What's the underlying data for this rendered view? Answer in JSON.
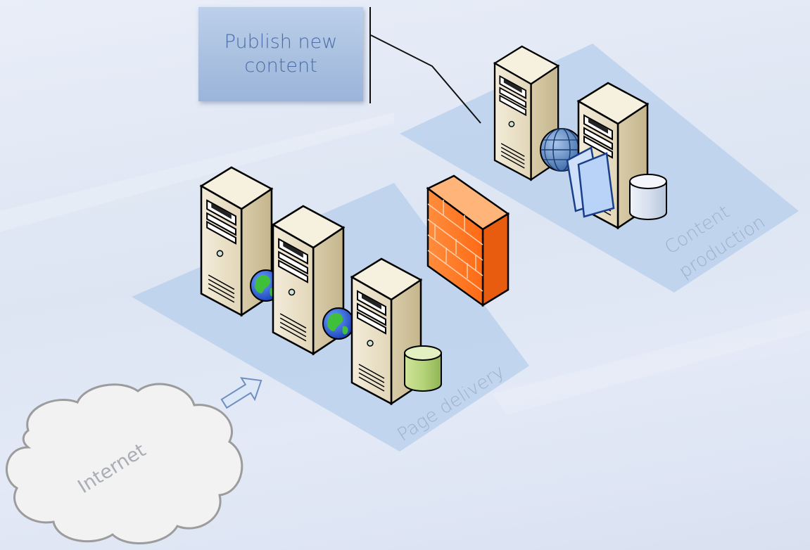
{
  "diagram": {
    "callout_text": "Publish new content",
    "zones": {
      "content_production": [
        "Content",
        "production"
      ],
      "page_delivery": "Page delivery"
    },
    "cloud_label": "Internet"
  },
  "colors": {
    "zone_fill": "#b9cfec",
    "server_body": "#efe6d0",
    "firewall": "#ff7a2a",
    "callout_box": "#abc2e2",
    "cloud": "#f4f4f4"
  },
  "icons": [
    "server-icon",
    "globe-icon",
    "database-icon",
    "firewall-icon",
    "documents-icon",
    "cloud-icon",
    "arrow-icon"
  ]
}
